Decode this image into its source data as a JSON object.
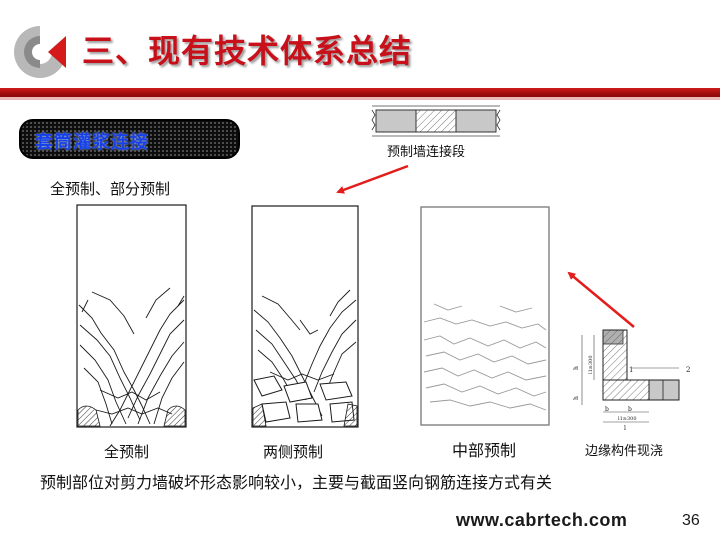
{
  "slide": {
    "title": "三、现有技术体系总结",
    "section_label": "套筒灌浆连接",
    "segment_caption": "预制墙连接段",
    "left_heading": "全预制、部分预制",
    "captions": {
      "full_precast": "全预制",
      "both_sides_precast": "两侧预制",
      "middle_precast": "中部预制",
      "edge_member": "边缘构件现浇"
    },
    "summary": "预制部位对剪力墙破坏形态影响较小，主要与截面竖向钢筋连接方式有关",
    "footer_url": "www.cabrtech.com",
    "page_number": "36"
  },
  "detail_labels": {
    "h1": "h",
    "h2": "h",
    "b1": "b",
    "b2": "b",
    "callout1": "1",
    "callout2": "2",
    "dim1": "l1≥300",
    "dim2": "l1≥300",
    "lc": "l"
  },
  "colors": {
    "title_red": "#c8101a",
    "rule_red": "#b01414",
    "arrow_red": "#e31c1c",
    "section_blue": "#1640e8",
    "crack": "#1a1a1a",
    "precast_fill": "#c8c8c8"
  }
}
